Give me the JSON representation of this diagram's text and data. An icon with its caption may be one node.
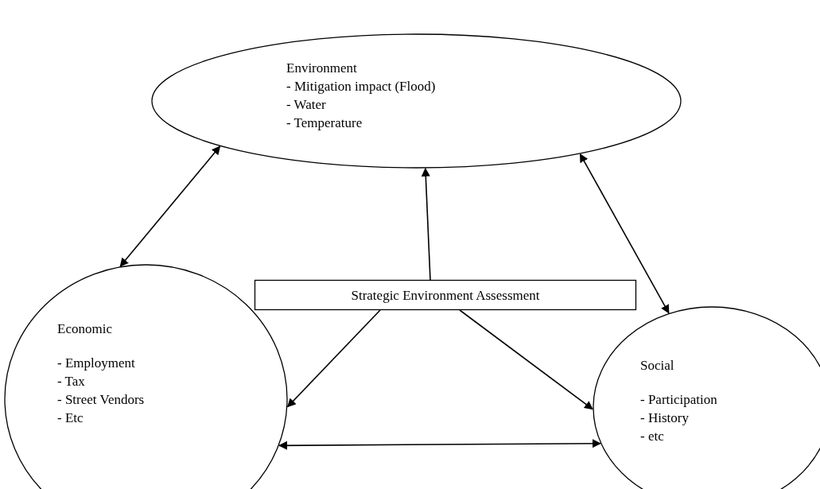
{
  "diagram": {
    "nodes": [
      {
        "text": [
          "Environment",
          "- Mitigation impact (Flood)",
          "- Water",
          "- Temperature"
        ]
      },
      {
        "text": [
          "Strategic Environment Assessment"
        ]
      },
      {
        "text": [
          "Economic",
          "- Employment",
          "- Tax",
          "- Street Vendors",
          "- Etc"
        ]
      },
      {
        "text": [
          "Social",
          "- Participation",
          "- History",
          "- etc"
        ]
      }
    ],
    "edges": [
      {
        "from": 2,
        "to": 0,
        "arrow": "both"
      },
      {
        "from": 3,
        "to": 0,
        "arrow": "both"
      },
      {
        "from": 1,
        "to": 0,
        "arrow": "to"
      },
      {
        "from": 1,
        "to": 2,
        "arrow": "to"
      },
      {
        "from": 1,
        "to": 3,
        "arrow": "to"
      },
      {
        "from": 2,
        "to": 3,
        "arrow": "both"
      }
    ]
  }
}
